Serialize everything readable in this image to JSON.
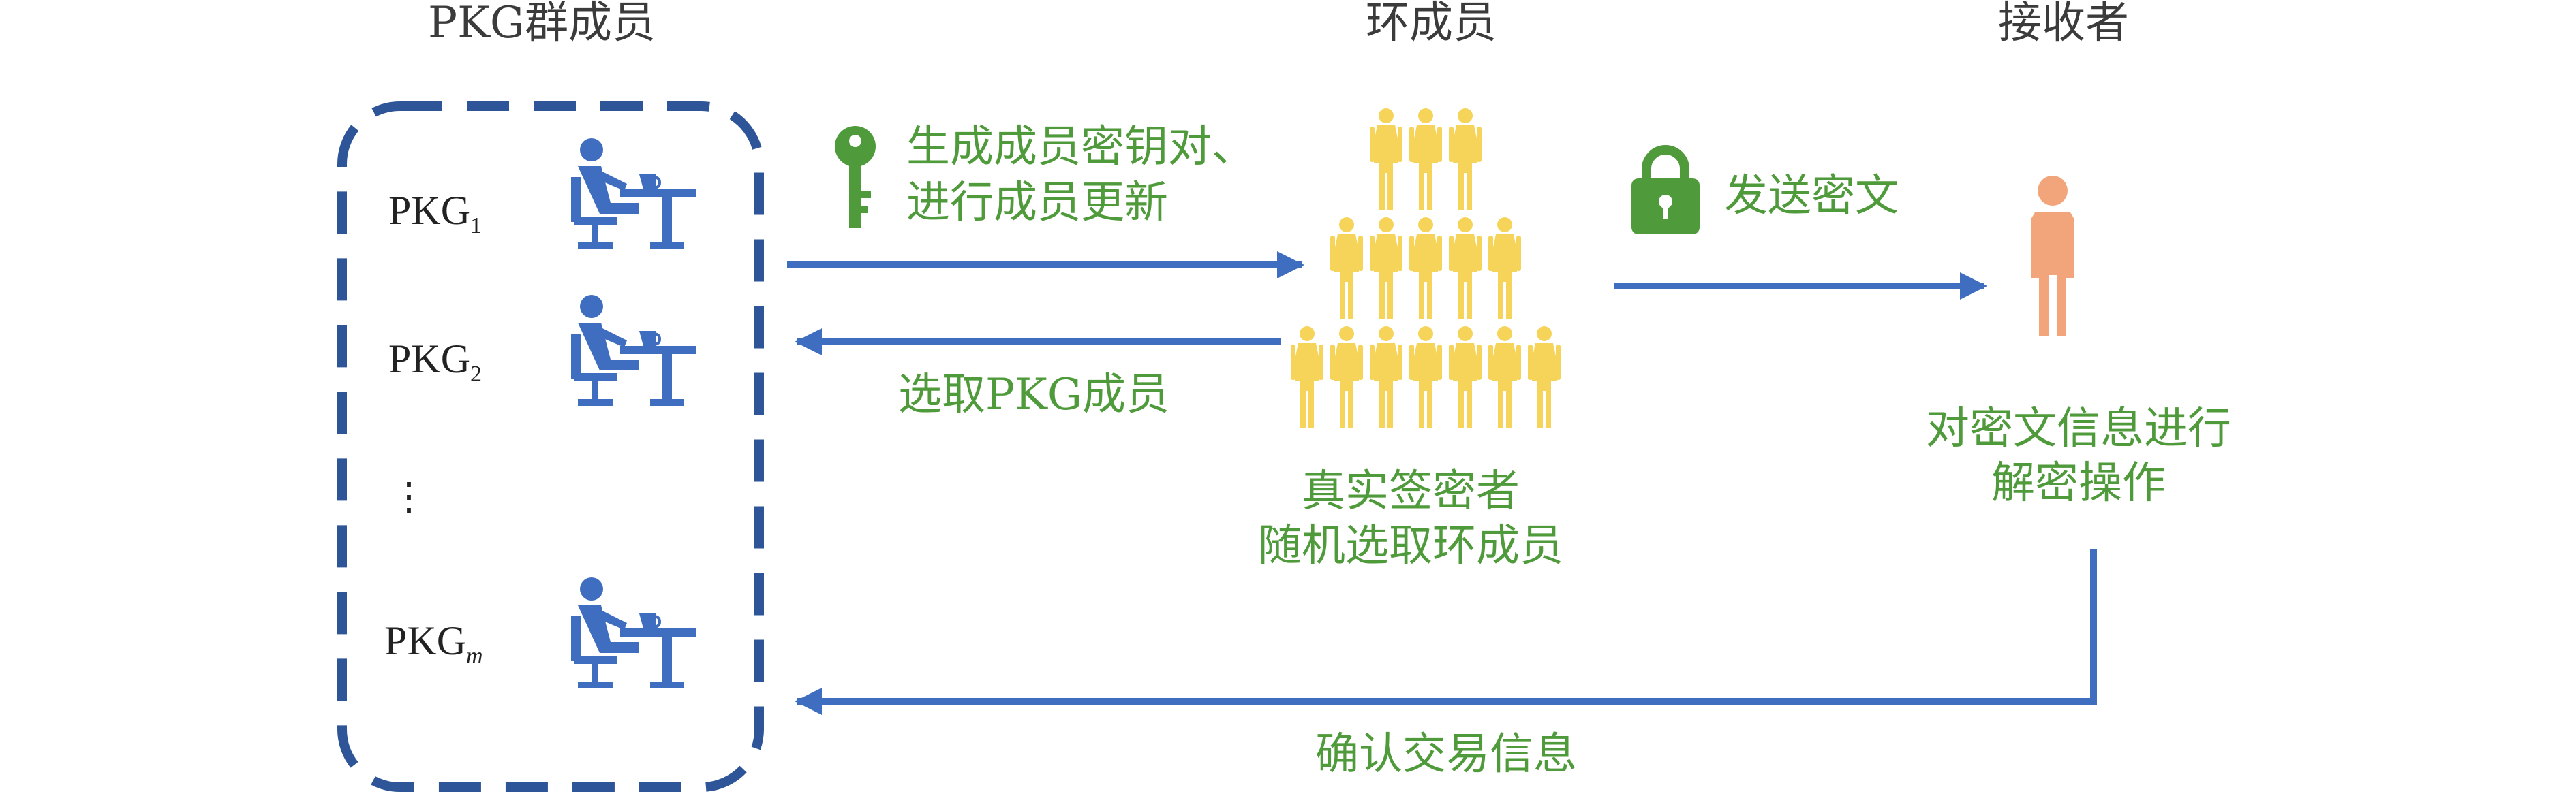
{
  "headers": {
    "pkg_group": "PKG群成员",
    "ring": "环成员",
    "receiver": "接收者"
  },
  "pkg_members": [
    {
      "base": "PKG",
      "sub": "1"
    },
    {
      "base": "PKG",
      "sub": "2"
    },
    {
      "base": "PKG",
      "sub": "m"
    }
  ],
  "pkg_ellipsis": "⋮",
  "arrows": {
    "generate_label_line1": "生成成员密钥对、",
    "generate_label_line2": "进行成员更新",
    "select_label": "选取PKG成员",
    "send_label": "发送密文",
    "confirm_label": "确认交易信息"
  },
  "ring": {
    "caption_line1": "真实签密者",
    "caption_line2": "随机选取环成员"
  },
  "receiver": {
    "caption_line1": "对密文信息进行",
    "caption_line2": "解密操作"
  },
  "colors": {
    "blue": "#3f6dbf",
    "dark_blue": "#2e5597",
    "green": "#4f9a3a",
    "yellow": "#f6d45a",
    "orange": "#f2a47a",
    "text": "#3b3b3b"
  },
  "icons": [
    "desk-worker-icon",
    "key-icon",
    "person-yellow-icon",
    "padlock-icon",
    "person-orange-icon"
  ]
}
